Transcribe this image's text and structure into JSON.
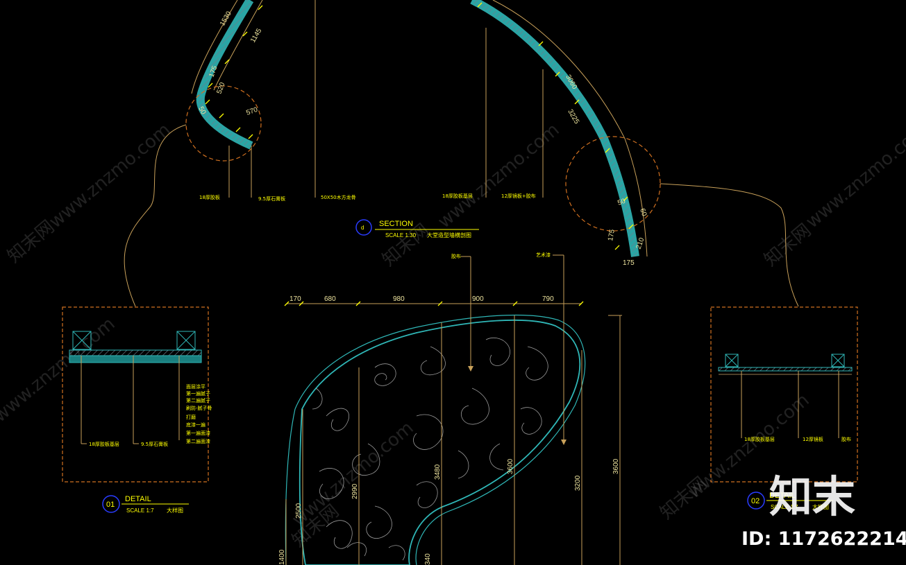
{
  "colors": {
    "background": "#000000",
    "line": "#c9a15a",
    "wall": "#2fb7b7",
    "text_yellow": "#ffff00",
    "circle_blue": "#2a3cff",
    "detail_border": "#d07020"
  },
  "section": {
    "marker": "d",
    "title": "SECTION",
    "scale": "SCALE 1:30",
    "desc": "大堂造型墙横剖图"
  },
  "section_labels": {
    "left_board": "18厚胶板",
    "stone": "9.5厚石膏板",
    "timber": "50X50木方龙骨",
    "right_board": "18厚胶板基层",
    "mirror": "12厚镜板+胶布"
  },
  "arc_dims": [
    "1530",
    "1145",
    "175",
    "520",
    "570",
    "50",
    "3060",
    "3225",
    "50",
    "175",
    "175",
    "60",
    "210"
  ],
  "elevation": {
    "top_label_left": "胶布",
    "top_label_right": "艺术漆",
    "horiz_dims": [
      "170",
      "680",
      "980",
      "900",
      "790"
    ],
    "vert_dims": [
      "1400",
      "2500",
      "2990",
      "3480",
      "3600",
      "3200",
      "3600",
      "340"
    ]
  },
  "detail1": {
    "marker": "01",
    "title": "DETAIL",
    "scale": "SCALE 1:7",
    "desc": "大样图",
    "callouts": [
      "面层涂平",
      "第一遍腻子",
      "第二遍腻子",
      "刷防-腻子骨",
      "打磨",
      "底漆一遍",
      "第一遍面漆",
      "第二遍面漆"
    ],
    "labels": [
      "18厚胶板基层",
      "9.5厚石膏板"
    ]
  },
  "detail2": {
    "marker": "02",
    "title": "DETAIL",
    "scale": "SCALE 1:7",
    "desc": "大样图",
    "labels": [
      "18厚胶板基层",
      "12厚镜板",
      "胶布"
    ]
  },
  "watermark": {
    "site": "www.znzmo.com",
    "brand": "知末网",
    "logo": "知末",
    "id": "ID: 1172622214"
  }
}
